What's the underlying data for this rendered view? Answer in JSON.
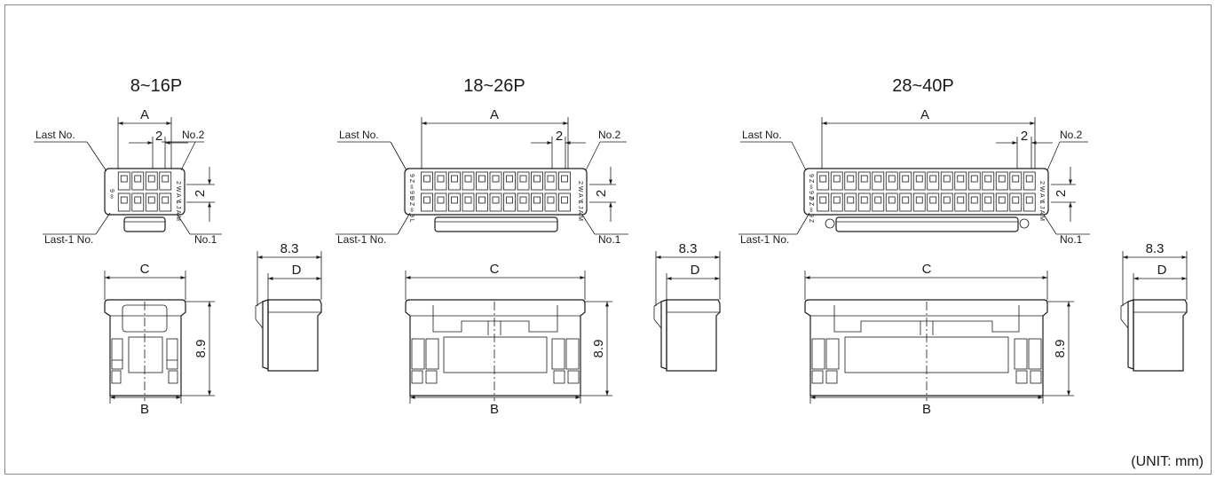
{
  "views": [
    {
      "title": "8~16P",
      "dims": {
        "a": "A",
        "pitch": "2",
        "row_pitch": "2",
        "c": "C",
        "b": "B",
        "height": "8.9",
        "depth_total": "8.3",
        "d": "D"
      },
      "callouts": {
        "last": "Last No.",
        "no2": "No.2",
        "last1": "Last-1 No.",
        "no1": "No.1"
      }
    },
    {
      "title": "18~26P",
      "dims": {
        "a": "A",
        "pitch": "2",
        "row_pitch": "2",
        "c": "C",
        "b": "B",
        "height": "8.9",
        "depth_total": "8.3",
        "d": "D"
      },
      "callouts": {
        "last": "Last No.",
        "no2": "No.2",
        "last1": "Last-1 No.",
        "no1": "No.1"
      }
    },
    {
      "title": "28~40P",
      "dims": {
        "a": "A",
        "pitch": "2",
        "row_pitch": "2",
        "c": "C",
        "b": "B",
        "height": "8.9",
        "depth_total": "8.3",
        "d": "D"
      },
      "callouts": {
        "last": "Last No.",
        "no2": "No.2",
        "last1": "Last-1 No.",
        "no1": "No.1"
      }
    }
  ],
  "unit_note": "(UNIT: mm)"
}
